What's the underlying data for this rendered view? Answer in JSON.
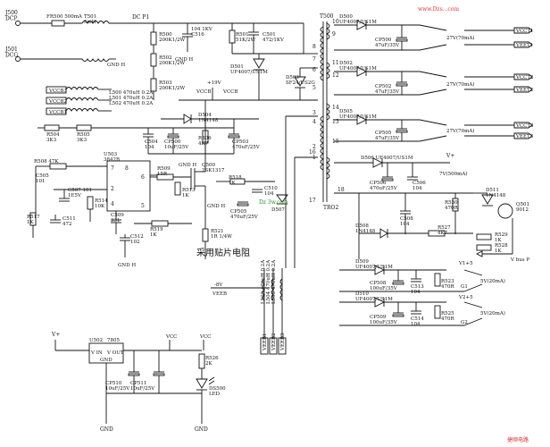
{
  "left_block": {
    "dcp": "J500\nDCP",
    "dcg": "J501\nDCG",
    "fr500": "FR500  500mA",
    "t501": "T501\n5mH",
    "gnd_h1": "GND H",
    "dcp1": "DC P1",
    "r500": "R500\n200K1/2W",
    "r502": "R502\n200K1/2W",
    "r503": "R503\n200K1/2W",
    "c516": "104   1KV\nC516",
    "gnd_h2": "GND H",
    "r501": "R501\n51K/2W",
    "c501": "C501\n472/1KV",
    "d501": "D501\nUF4007/US1M",
    "d503": "D503\nSF24/US2G",
    "p19v": "+19V",
    "vccb": "VCCB",
    "vccb_lbl": "VCCB",
    "vccb1": "VCCB1",
    "vccb2": "VCCB2",
    "vccb3": "VCCB3",
    "l500": "L500 470uH 0.2A\nL501 470uH 0.2A\nL502 470uH 0.2A",
    "d504": "D504\n1N4148",
    "r504": "R504\n3K3",
    "r505": "R505\n3K3",
    "c504": "C504\n104",
    "cp500": "CP500\n10uF/25V",
    "r506": "R506\n4K7",
    "cp503": "CP503\n470uF/25V",
    "gnd_h3": "GND H",
    "u503": "U503\n3842B",
    "r508": "R508  47K",
    "c505": "C505\n101",
    "c507": "C507  101\n1E5V",
    "c511": "C511\n472",
    "r514": "R514\n10K",
    "r517": "R517\n1K",
    "c509": "C509\n331",
    "c512": "C512\n102",
    "r519": "R519\n1K",
    "r509": "R509\n15R",
    "r513": "R513\n1K",
    "q500": "Q500\n2SK1317",
    "r518": "R518\n1K",
    "c510": "C510\n104",
    "cp505": "CP505\n470uF/25V",
    "d507": "D507",
    "r521": "R521\n1R 1/4W",
    "chinese": "采用贴片电阻",
    "gnd_h4": "GND H",
    "gnd_h5": "GND H",
    "m8v": "-8V",
    "veeb": "VEEB",
    "l503": "L503 470uH 0.2A\nL504 470uH 0.2A\nL505 470uH 0.2A",
    "veeb1": "VEEB1",
    "veeb2": "VEEB2",
    "veeb3": "VEEB3"
  },
  "transformer": {
    "t500": "T500",
    "tro2": "TRO2",
    "pins": [
      "10",
      "9",
      "8",
      "7",
      "6",
      "5",
      "4",
      "3",
      "2",
      "1",
      "16",
      "17",
      "18",
      "11",
      "12",
      "13",
      "14",
      "15"
    ]
  },
  "outputs": {
    "d500": "D500\nUF4007/US1M",
    "cp500b": "CP500\n47uF/35V",
    "vcct1": "VCCT1",
    "veet1": "VEET1",
    "v27_1": "27V(70mA)",
    "d502": "D502\nUF4007/US1M",
    "cp502": "CP502\n47uF/35V",
    "vcct2": "VCCT2",
    "veet2": "VEET2",
    "v27_2": "27V(70mA)",
    "d505": "D505\nUF4007/US1M",
    "cp505b": "CP505\n47uF/35V",
    "vcct3": "VCCT3",
    "veet3": "VEET3",
    "v27_3": "27V(70mA)",
    "d506": "D506   UF4007/US1M",
    "vplus": "V+",
    "cp506": "CP506\n470uF/25V",
    "c506": "C506\n104",
    "v7": "7V(500mA)",
    "c508": "C508\n104",
    "d508": "D508\n1N4148",
    "r530": "R530\n470R",
    "d511": "D511\n1N4148",
    "q501": "Q501\n9012",
    "r527": "R527\n4K7",
    "r529": "R529\n1K",
    "r528": "R528\n1K",
    "vbusp": "V bus P",
    "d509": "D509\nUF4007/US1M",
    "cp508": "CP508\n100uF/35V",
    "c513": "C513\n104",
    "r523": "R523\n470R",
    "v5_1": "V1+5",
    "g1": "G1",
    "v5ma_1": "5V(20mA)",
    "d510": "D510\nUF4007/US1M",
    "cp509": "CP509\n100uF/35V",
    "c514": "C514\n104",
    "r525": "R525\n470R",
    "v5_2": "V2+5",
    "g2": "G2",
    "v5ma_2": "5V(20mA)"
  },
  "bottom": {
    "vplus": "V+",
    "u502": "U502",
    "u502_part": "7805",
    "vin": "V IN",
    "vout": "V OUT",
    "gnd": "GND",
    "vcc1": "VCC",
    "vcc2": "VCC",
    "cp510": "CP510\n10uF/25V",
    "cp511": "CP511\n10uF/25V",
    "r526": "R526\n2K",
    "ds500": "DS500\nLED",
    "gnd1": "GND",
    "gnd2": "GND"
  },
  "watermark": {
    "top": "www.Dzs...com",
    "mid": "Dz 3w.com",
    "bot": "捷顺电路"
  }
}
